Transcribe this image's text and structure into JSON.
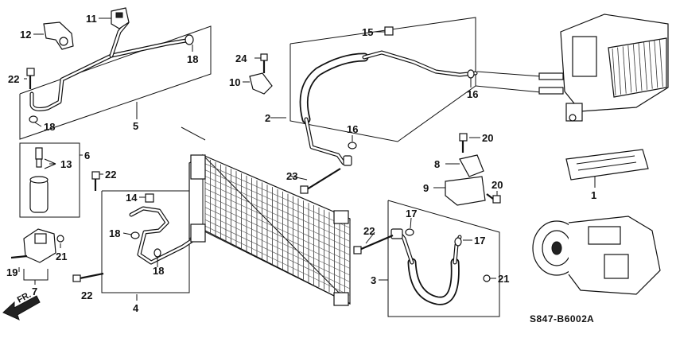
{
  "diagram": {
    "code": "S847-B6002",
    "revision": "A",
    "direction_label": "FR.",
    "labels": [
      {
        "id": "l1",
        "text": "1"
      },
      {
        "id": "l2",
        "text": "2"
      },
      {
        "id": "l3",
        "text": "3"
      },
      {
        "id": "l4",
        "text": "4"
      },
      {
        "id": "l5",
        "text": "5"
      },
      {
        "id": "l6",
        "text": "6"
      },
      {
        "id": "l7",
        "text": "7"
      },
      {
        "id": "l8",
        "text": "8"
      },
      {
        "id": "l9",
        "text": "9"
      },
      {
        "id": "l10",
        "text": "10"
      },
      {
        "id": "l11",
        "text": "11"
      },
      {
        "id": "l12",
        "text": "12"
      },
      {
        "id": "l13",
        "text": "13"
      },
      {
        "id": "l14",
        "text": "14"
      },
      {
        "id": "l15",
        "text": "15"
      },
      {
        "id": "l16a",
        "text": "16"
      },
      {
        "id": "l16b",
        "text": "16"
      },
      {
        "id": "l17a",
        "text": "17"
      },
      {
        "id": "l17b",
        "text": "17"
      },
      {
        "id": "l18a",
        "text": "18"
      },
      {
        "id": "l18b",
        "text": "18"
      },
      {
        "id": "l18c",
        "text": "18"
      },
      {
        "id": "l18d",
        "text": "18"
      },
      {
        "id": "l19",
        "text": "19"
      },
      {
        "id": "l20a",
        "text": "20"
      },
      {
        "id": "l20b",
        "text": "20"
      },
      {
        "id": "l21a",
        "text": "21"
      },
      {
        "id": "l21b",
        "text": "21"
      },
      {
        "id": "l22a",
        "text": "22"
      },
      {
        "id": "l22b",
        "text": "22"
      },
      {
        "id": "l22c",
        "text": "22"
      },
      {
        "id": "l22d",
        "text": "22"
      },
      {
        "id": "l23",
        "text": "23"
      },
      {
        "id": "l24",
        "text": "24"
      }
    ]
  }
}
